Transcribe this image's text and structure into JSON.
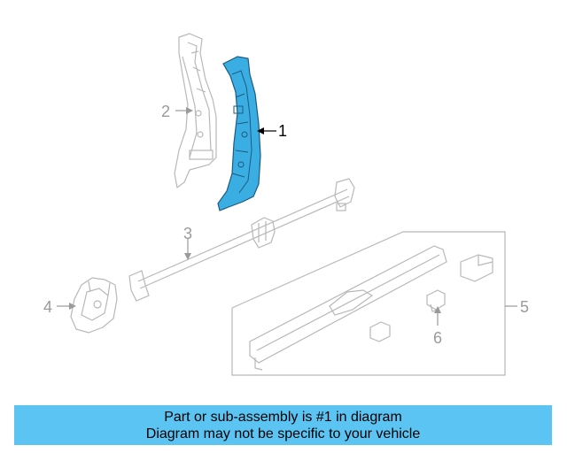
{
  "diagram": {
    "callouts": [
      {
        "number": "1"
      },
      {
        "number": "2"
      },
      {
        "number": "3"
      },
      {
        "number": "4"
      },
      {
        "number": "5"
      },
      {
        "number": "6"
      }
    ],
    "highlight_color": "#3aaee3",
    "part_line_color": "#b8b8b8"
  },
  "banner": {
    "line1": "Part or sub-assembly is #1 in diagram",
    "line2": "Diagram may not be specific to your vehicle",
    "background": "#5bc4f2"
  }
}
